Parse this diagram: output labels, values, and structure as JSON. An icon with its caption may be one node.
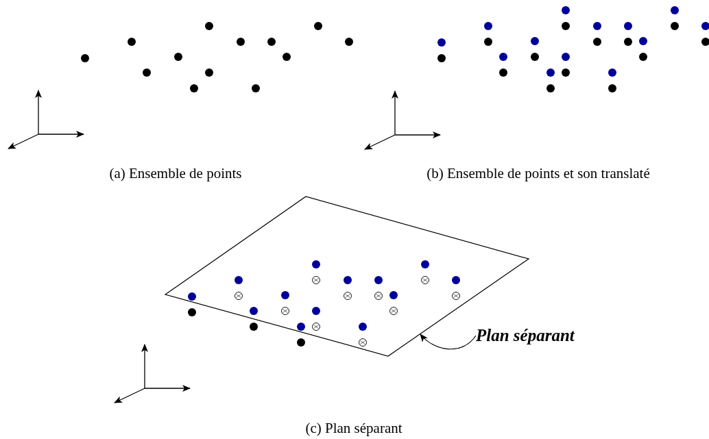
{
  "diagram": {
    "nodes": [
      {
        "text": [],
        "shape": "parallelogram"
      },
      {
        "text": [
          "Plan séparant"
        ]
      }
    ],
    "edges": [
      {
        "from": 1,
        "to": 0,
        "arrow": "to"
      }
    ],
    "labels": [
      "(a) Ensemble de points",
      "(b) Ensemble de points et son translaté",
      "(c) Plan séparant"
    ]
  }
}
